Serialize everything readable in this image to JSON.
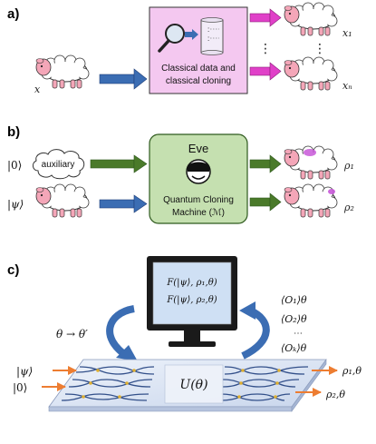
{
  "panels": {
    "a": {
      "label": "a)",
      "input_label": "x",
      "box_text_line1": "Classical data and",
      "box_text_line2": "classical cloning",
      "output_labels": [
        "x₁",
        "xₙ"
      ],
      "ellipsis": "⋮",
      "colors": {
        "box": "#f4c8f0",
        "box_border": "#333333",
        "arrow_in": "#3b6db3",
        "arrow_out": "#e040c8"
      }
    },
    "b": {
      "label": "b)",
      "ket_zero": "|0⟩",
      "auxiliary": "auxiliary",
      "ket_psi": "|ψ⟩",
      "eve": "Eve",
      "machine_line1": "Quantum Cloning",
      "machine_line2": "Machine (ℳ)",
      "outputs": [
        "ρ₁",
        "ρ₂"
      ],
      "colors": {
        "box": "#c5e0b0",
        "box_border": "#2f5a1e",
        "arrow": "#4a7a2a",
        "arrow_in": "#3b6db3"
      }
    },
    "c": {
      "label": "c)",
      "fidelity_1": "F(|ψ⟩, ρ₁,θ)",
      "fidelity_2": "F(|ψ⟩, ρ₂,θ)",
      "update": "θ → θ′",
      "observables": [
        "⟨O₁⟩θ",
        "⟨O₂⟩θ",
        "⋯",
        "⟨Oₖ⟩θ"
      ],
      "unitary": "U(θ)",
      "inputs": [
        "|ψ⟩",
        "|0⟩"
      ],
      "outputs": [
        "ρ₁,θ",
        "ρ₂,θ"
      ],
      "colors": {
        "screen": "#cfe0f4",
        "chip": "#dfe8f6",
        "waveguide": "#33508a",
        "arrow": "#ed7d31",
        "curved_arrow": "#3b6db3"
      }
    }
  }
}
